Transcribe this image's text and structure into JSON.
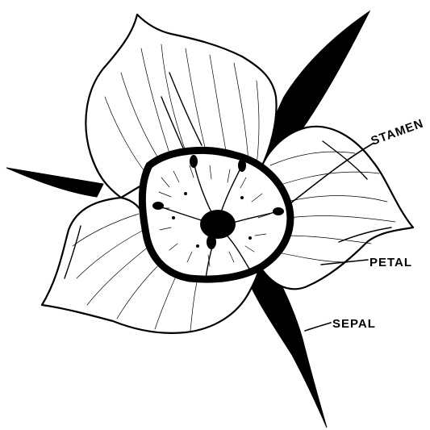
{
  "labels": {
    "stamen": "STAMEN",
    "petal": "PETAL",
    "sepal": "SEPAL"
  },
  "colors": {
    "ink": "#000000",
    "paper": "#ffffff"
  }
}
